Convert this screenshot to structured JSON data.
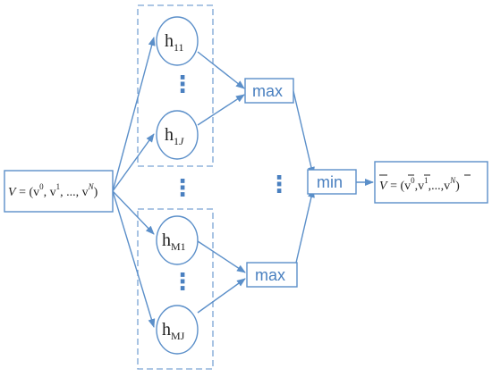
{
  "diagram": {
    "input_box": {
      "lhs": "V",
      "open": "(v",
      "s0": "0",
      "s1": "1",
      "sN": "N",
      "close": ")",
      "sep_comma": ",",
      "v": "v",
      "dots": "...,"
    },
    "output_box": {
      "lhs": "V",
      "open": "(v",
      "s0": "0",
      "s1": "1",
      "sN": "N",
      "close": ")",
      "sep_comma": ",",
      "v": "v",
      "dots": "...,"
    },
    "group_1": {
      "node_top": {
        "base": "h",
        "sub": "11"
      },
      "node_bottom": {
        "base": "h",
        "sub": "1",
        "sub_italic": "J"
      }
    },
    "group_2": {
      "node_top": {
        "base": "h",
        "sub": "M1"
      },
      "node_bottom": {
        "base": "h",
        "sub": "MJ"
      }
    },
    "max_label_1": "max",
    "max_label_2": "max",
    "min_label": "min",
    "ellipsis": "⋮",
    "colors": {
      "line": "#5b8fc9",
      "text": "#4a80c0",
      "border": "#7aa3d4"
    }
  }
}
